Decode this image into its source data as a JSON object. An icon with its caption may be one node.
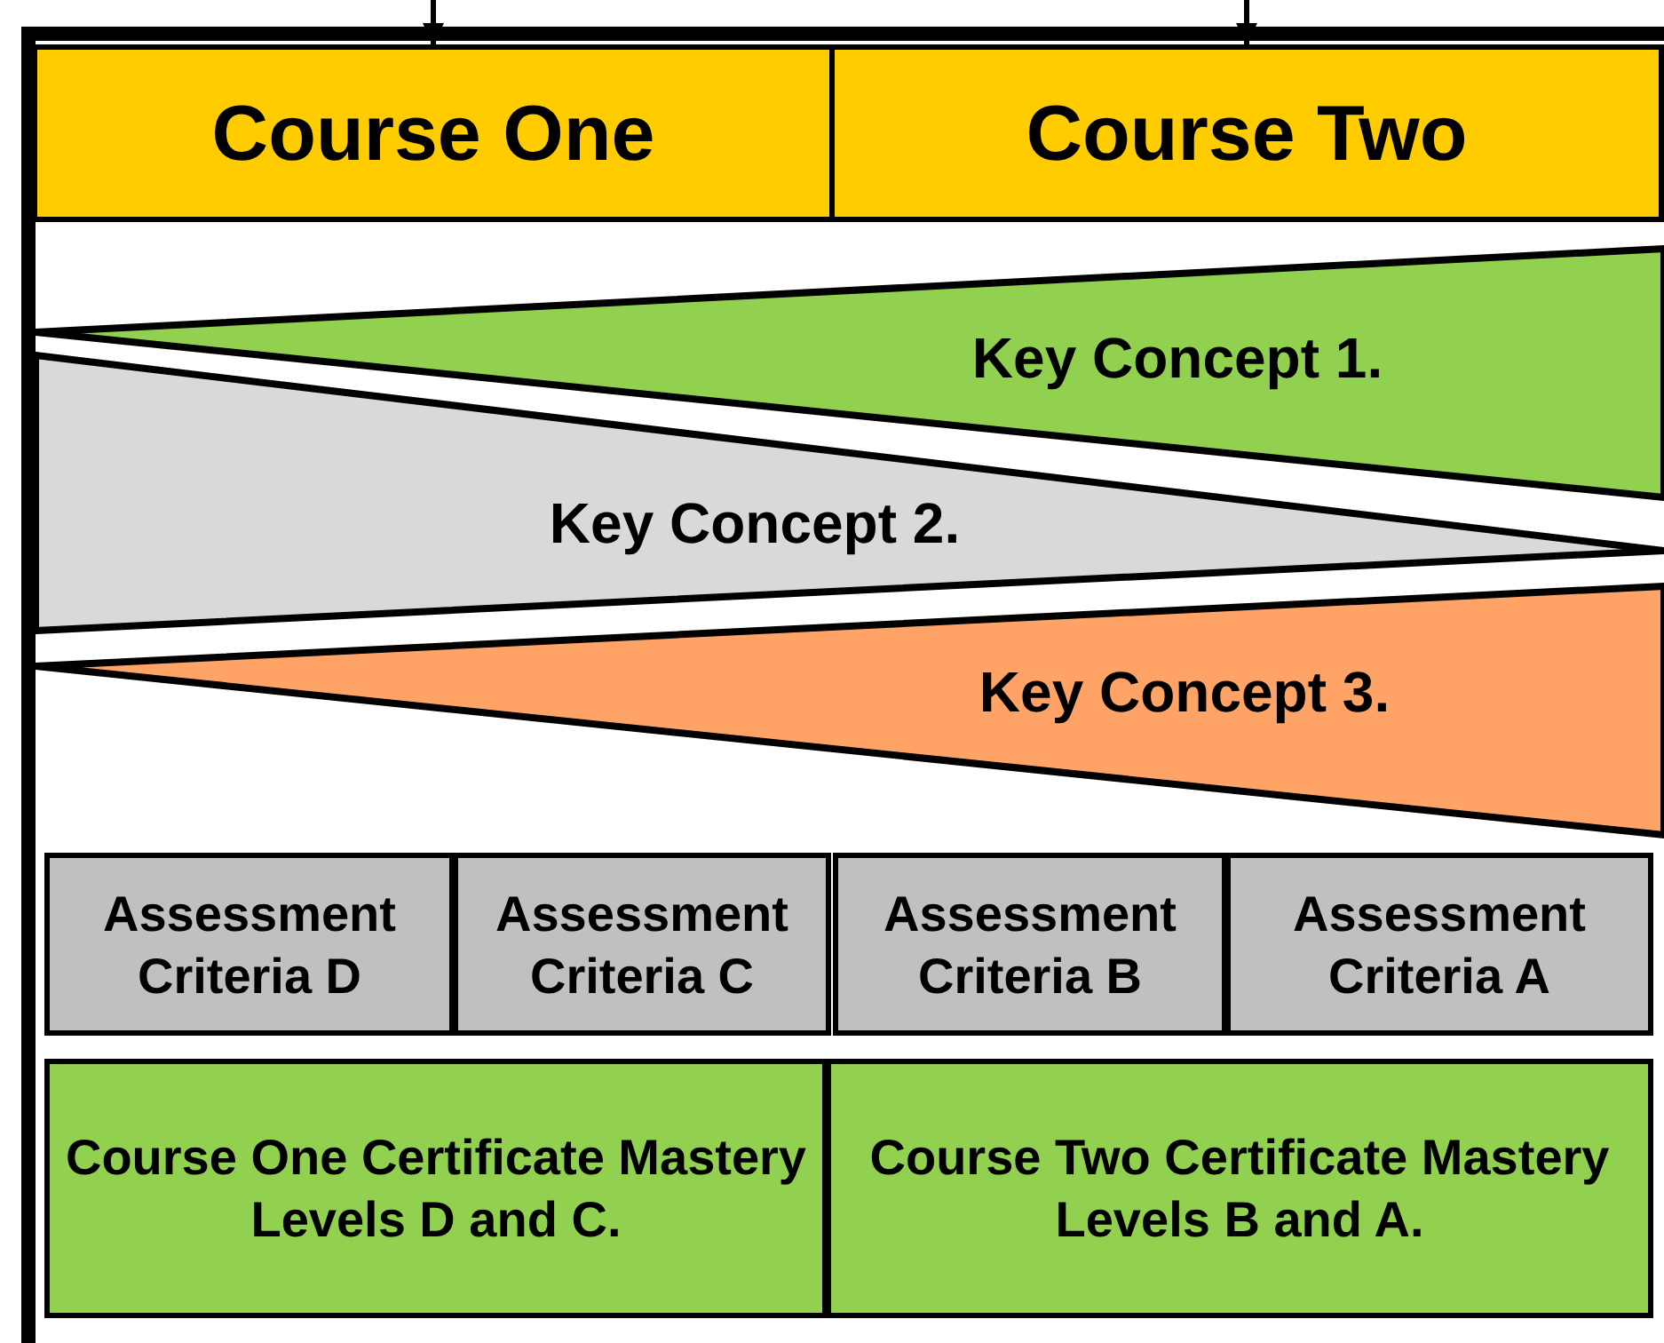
{
  "diagram": {
    "nodes": [
      {
        "text": [
          "Course One"
        ]
      },
      {
        "text": [
          "Course Two"
        ]
      },
      {
        "text": [
          "Key Concept 1."
        ]
      },
      {
        "text": [
          "Key Concept 2."
        ]
      },
      {
        "text": [
          "Key Concept 3."
        ]
      },
      {
        "text": [
          "Assessment Criteria D"
        ]
      },
      {
        "text": [
          "Assessment Criteria C"
        ]
      },
      {
        "text": [
          "Assessment Criteria B"
        ]
      },
      {
        "text": [
          "Assessment Criteria A"
        ]
      },
      {
        "text": [
          "Course One Certificate Mastery Levels D and C."
        ]
      },
      {
        "text": [
          "Course Two Certificate Mastery Levels B and A."
        ]
      }
    ],
    "edges": [
      {
        "from": null,
        "to": 0,
        "arrow": "to"
      },
      {
        "from": null,
        "to": 1,
        "arrow": "to"
      }
    ]
  }
}
